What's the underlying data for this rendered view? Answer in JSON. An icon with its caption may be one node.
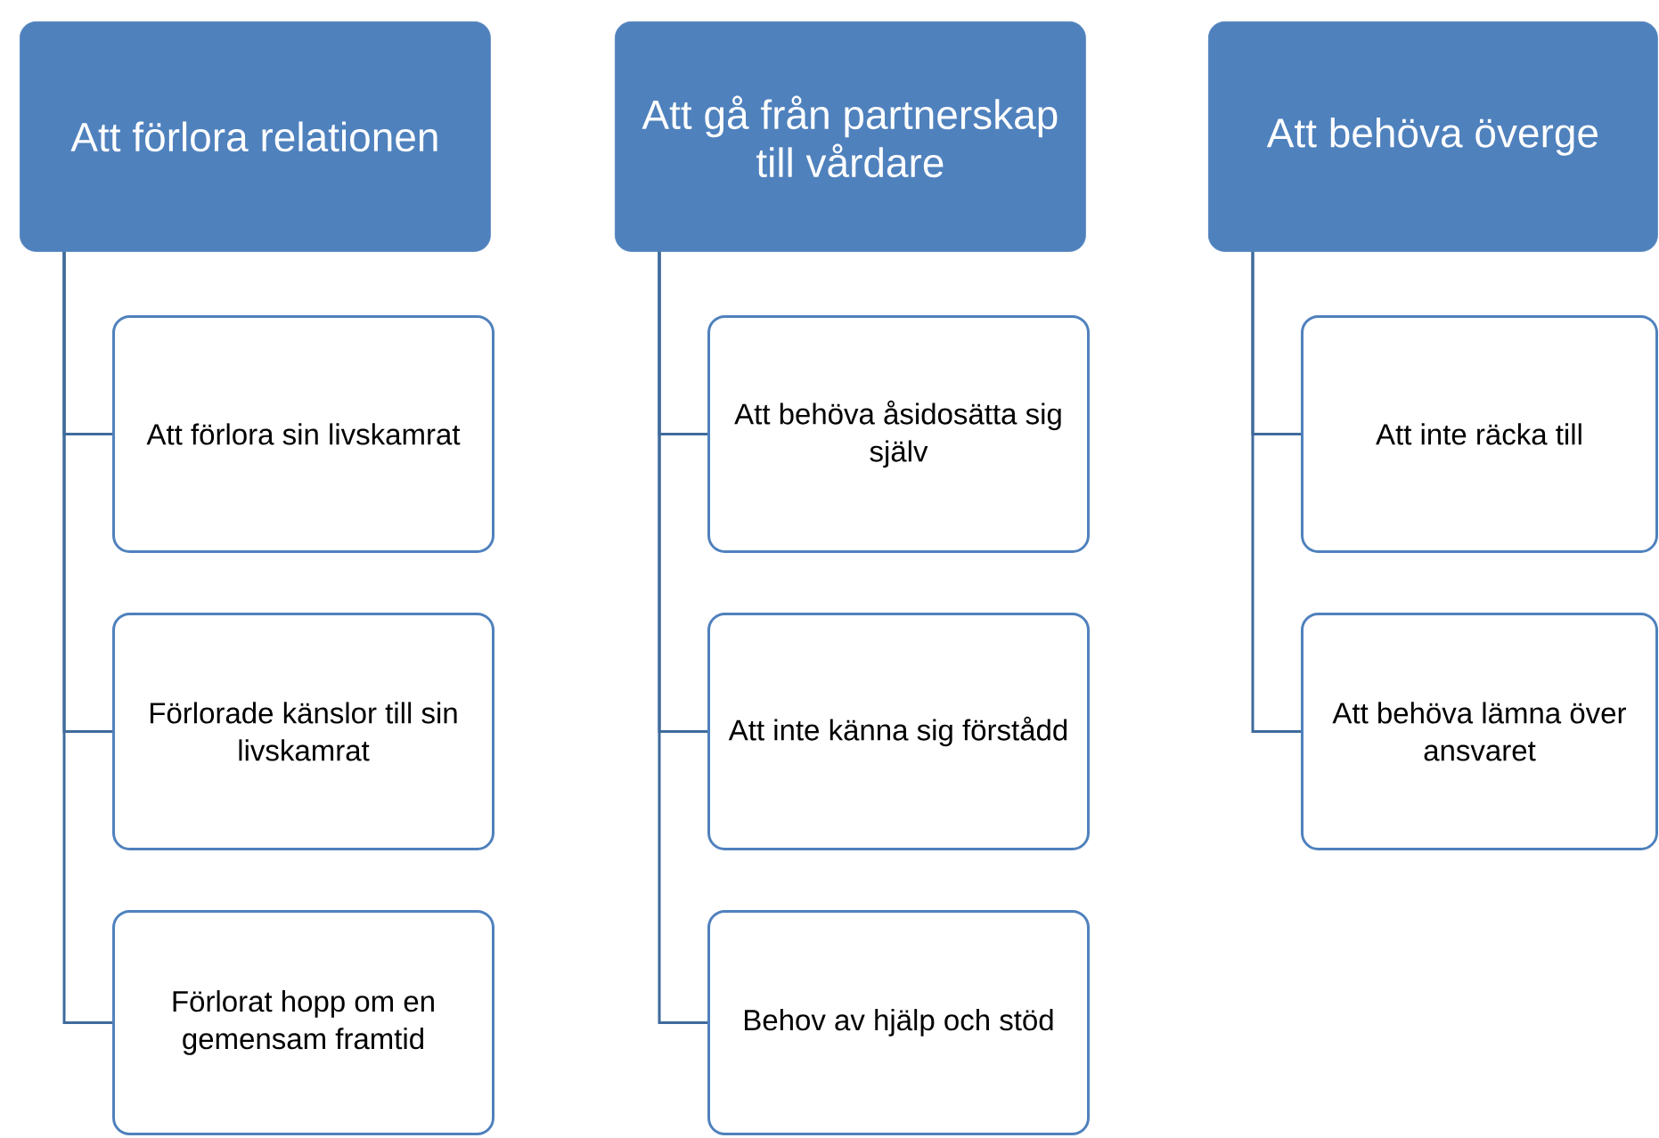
{
  "diagram": {
    "nodes": [
      {
        "text": [
          "Att förlora relationen"
        ]
      },
      {
        "text": [
          "Att förlora sin livskamrat"
        ]
      },
      {
        "text": [
          "Förlorade känslor till sin livskamrat"
        ]
      },
      {
        "text": [
          "Förlorat hopp om en gemensam framtid"
        ]
      },
      {
        "text": [
          "Att gå från partnerskap till vårdare"
        ]
      },
      {
        "text": [
          "Att behöva åsidosätta sig själv"
        ]
      },
      {
        "text": [
          "Att inte känna sig förstådd"
        ]
      },
      {
        "text": [
          "Behov av hjälp och stöd"
        ]
      },
      {
        "text": [
          "Att behöva överge"
        ]
      },
      {
        "text": [
          "Att inte räcka till"
        ]
      },
      {
        "text": [
          "Att behöva lämna över ansvaret"
        ]
      }
    ],
    "edges": [
      {
        "from": 0,
        "to": 1,
        "arrow": "none"
      },
      {
        "from": 0,
        "to": 2,
        "arrow": "none"
      },
      {
        "from": 0,
        "to": 3,
        "arrow": "none"
      },
      {
        "from": 4,
        "to": 5,
        "arrow": "none"
      },
      {
        "from": 4,
        "to": 6,
        "arrow": "none"
      },
      {
        "from": 4,
        "to": 7,
        "arrow": "none"
      },
      {
        "from": 8,
        "to": 9,
        "arrow": "none"
      },
      {
        "from": 8,
        "to": 10,
        "arrow": "none"
      }
    ]
  }
}
